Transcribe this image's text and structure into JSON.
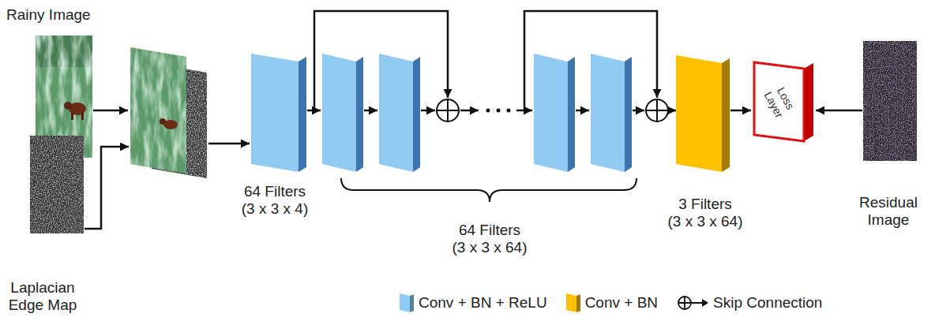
{
  "diagram": {
    "nodes": [
      {
        "text": [
          "Rainy Image"
        ]
      },
      {
        "text": [
          "Laplacian Edge Map"
        ]
      },
      {
        "text": [
          "64 Filters (3 x 3 x 4)"
        ]
      },
      {
        "text": [
          "3 Filters (3 x 3 x 64)"
        ]
      },
      {
        "text": [
          "Loss Layer"
        ]
      },
      {
        "text": [
          "Residual Image"
        ]
      }
    ],
    "edges": [
      {
        "from": 3,
        "to": 4,
        "arrow": "to"
      },
      {
        "from": 5,
        "to": 4,
        "arrow": "to"
      }
    ],
    "labels": [
      "64 Filters (3 x 3 x 64)"
    ],
    "legend": [
      {
        "text": "Conv + BN + ReLU",
        "color": "#8fcbf2"
      },
      {
        "text": "Conv + BN",
        "color": "#ffc000"
      },
      {
        "text": "Skip Connection"
      }
    ]
  }
}
